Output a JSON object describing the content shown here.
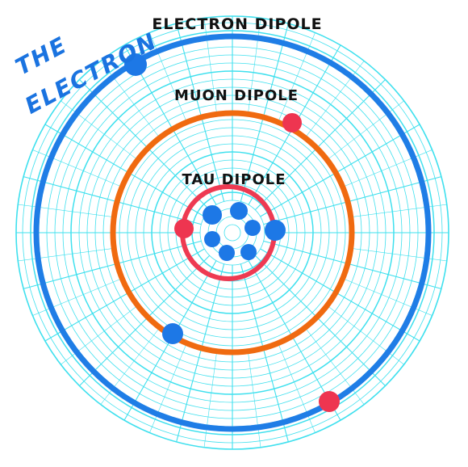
{
  "diagram": {
    "title_line1": "THE",
    "title_line2": "ELECTRON",
    "labels": {
      "electron": "ELECTRON DIPOLE",
      "muon": "MUON DIPOLE",
      "tau": "TAU DIPOLE"
    },
    "colors": {
      "grid": "#3fe0ee",
      "electron_orbit": "#1f7de6",
      "muon_orbit": "#f06a10",
      "tau_orbit": "#ee3a52",
      "blue_particle": "#1d78e6",
      "red_particle": "#ee3550",
      "title": "#1a73e0",
      "label_text": "#111111"
    },
    "grid": {
      "type": "polar-grid",
      "radial_spokes": 24
    }
  }
}
